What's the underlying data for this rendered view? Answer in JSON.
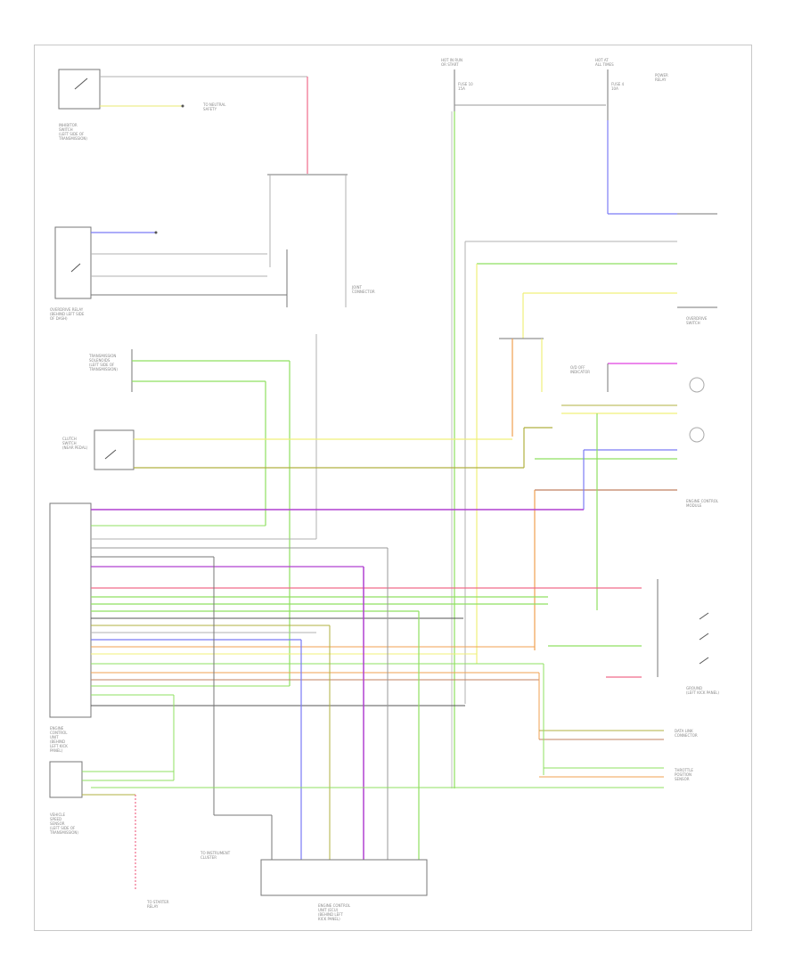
{
  "diagram": {
    "footer_code": "",
    "labels": {
      "inhibitor_switch": "INHIBITOR\nSWITCH\n(LEFT SIDE OF\nTRANSMISSION)",
      "overdrive_relay": "OVERDRIVE RELAY\n(BEHIND LEFT SIDE\nOF DASH)",
      "transmission_solenoids": "TRANSMISSION\nSOLENOIDS\n(LEFT SIDE OF\nTRANSMISSION)",
      "clutch_switch": "CLUTCH\nSWITCH\n(NEAR PEDAL)",
      "ecu": "ENGINE\nCONTROL\nUNIT\n(BEHIND\nLEFT KICK\nPANEL)",
      "vss": "VEHICLE\nSPEED\nSENSOR\n(LEFT SIDE OF\nTRANSMISSION)",
      "hot_in_run_left": "HOT IN RUN\nOR START",
      "hot_at_all_times": "HOT AT\nALL TIMES",
      "fuse_left": "FUSE 10\n15A",
      "fuse_right": "FUSE 4\n10A",
      "power_relay": "POWER\nRELAY",
      "overdrive_switch": "OVERDRIVE\nSWITCH",
      "od_indicator": "O/D OFF\nINDICATOR",
      "engine_control_module": "ENGINE CONTROL\nMODULE",
      "throttle_position_sensor": "THROTTLE\nPOSITION\nSENSOR",
      "engine_control_unit_bottom": "ENGINE CONTROL\nUNIT (ECU)\n(BEHIND LEFT\nKICK PANEL)",
      "joint_connector": "JOINT\nCONNECTOR",
      "starter_relay": "TO STARTER\nRELAY",
      "to_neutral": "TO NEUTRAL\nSAFETY",
      "data_link": "DATA LINK\nCONNECTOR",
      "ground_point": "GROUND\n(LEFT KICK PANEL)",
      "to_instrument": "TO INSTRUMENT\nCLUSTER"
    },
    "wire_colors": {
      "red": "#f06a8a",
      "green": "#8fe060",
      "yellow": "#f0f07a",
      "blue": "#7a7af5",
      "purple": "#b040d0",
      "magenta": "#e040e0",
      "orange": "#f0a050",
      "brown": "#c08060",
      "gray": "#b0b0b0",
      "dark": "#555555",
      "olive": "#b0b040",
      "cyan": "#70c0e0"
    }
  }
}
